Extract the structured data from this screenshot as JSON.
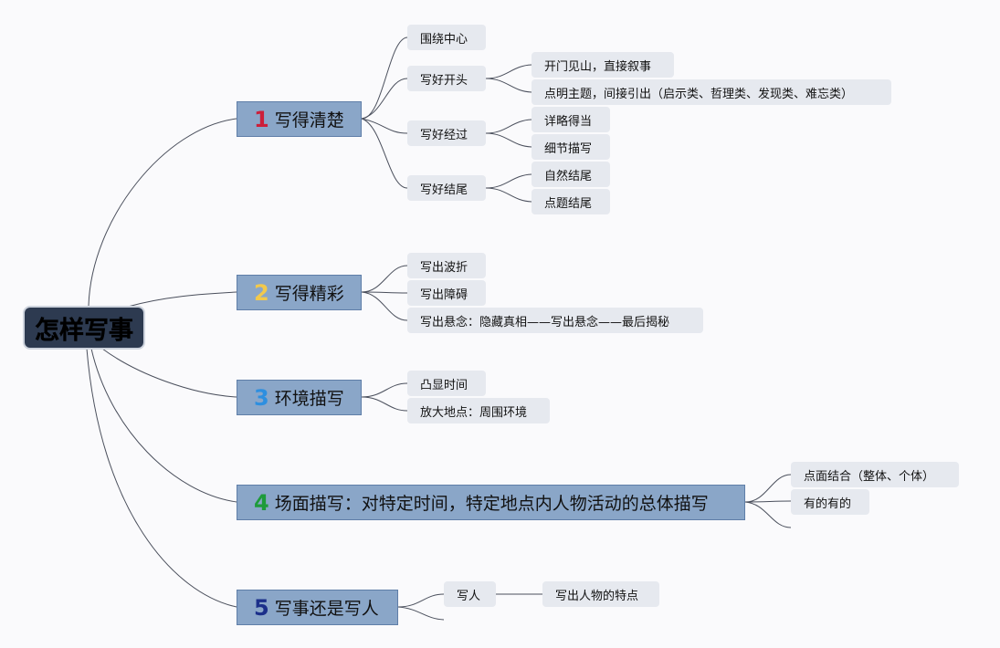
{
  "root": {
    "label": "怎样写事"
  },
  "branch1": {
    "number": "1",
    "number_color": "#cc1f3a",
    "label": "写得清楚",
    "children": [
      "围绕中心",
      "写好开头",
      "写好经过",
      "写好结尾"
    ],
    "leaves": {
      "opening": [
        "开门见山，直接叙事",
        "点明主题，间接引出（启示类、哲理类、发现类、难忘类）"
      ],
      "middle": [
        "详略得当",
        "细节描写"
      ],
      "ending": [
        "自然结尾",
        "点题结尾"
      ]
    }
  },
  "branch2": {
    "number": "2",
    "number_color": "#f2c94c",
    "label": "写得精彩",
    "children": [
      "写出波折",
      "写出障碍",
      "写出悬念：隐藏真相——写出悬念——最后揭秘"
    ]
  },
  "branch3": {
    "number": "3",
    "number_color": "#2d8fe0",
    "label": "环境描写",
    "children": [
      "凸显时间",
      "放大地点：周围环境"
    ]
  },
  "branch4": {
    "number": "4",
    "number_color": "#1e9b3a",
    "label": "场面描写：对特定时间，特定地点内人物活动的总体描写",
    "children": [
      "点面结合（整体、个体）",
      "有的有的"
    ]
  },
  "branch5": {
    "number": "5",
    "number_color": "#1b2f8a",
    "label": "写事还是写人",
    "children": [
      "写人"
    ],
    "leaves": [
      "写出人物的特点"
    ]
  },
  "colors": {
    "line": "#4a4f5c",
    "main_fill": "#8aa6c8",
    "sub_fill": "#e6e9ef",
    "root_fill": "#2d3a50"
  }
}
